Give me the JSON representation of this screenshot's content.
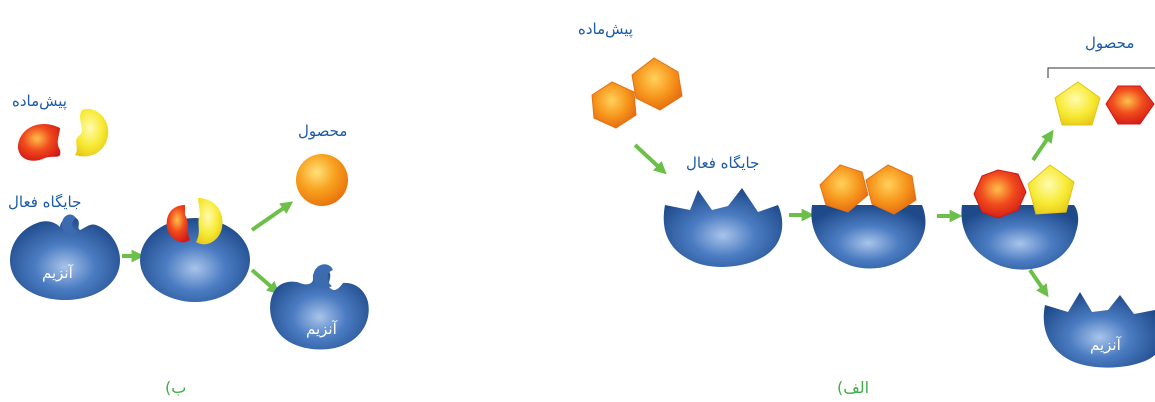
{
  "colors": {
    "label_blue": "#1a5aa8",
    "caption_green": "#3fae49",
    "enzyme_blue": "#2e5fa3",
    "arrow_green": "#6cc04a",
    "substrate_orange": "#f39a1e",
    "red": "#e32b1e",
    "yellow": "#f5e62a",
    "bracket": "#333333"
  },
  "panel_b": {
    "caption": "ب)",
    "substrate_label": "پیش‌ماده",
    "active_site_label": "جایگاه فعال",
    "product_label": "محصول",
    "enzyme_label": "آنزیم",
    "enzyme_label_2": "آنزیم"
  },
  "panel_alef": {
    "caption": "الف)",
    "substrate_label": "پیش‌ماده",
    "active_site_label": "جایگاه فعال",
    "product_label": "محصول",
    "enzyme_label": "آنزیم"
  }
}
